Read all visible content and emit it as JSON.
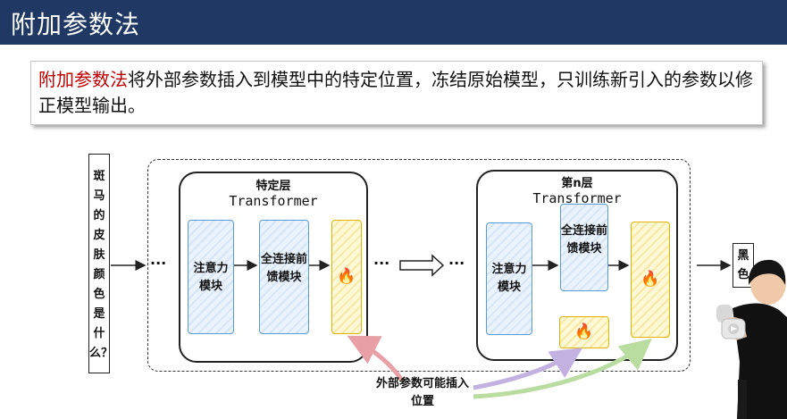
{
  "header": {
    "title": "附加参数法"
  },
  "intro": {
    "highlight": "附加参数法",
    "text": "将外部参数插入到模型中的特定位置，冻结原始模型，只训练新引入的参数以修正模型输出。"
  },
  "input": {
    "text": "斑马的皮肤颜色是什么？"
  },
  "output": {
    "text": "黑色"
  },
  "layer1": {
    "title": "特定层",
    "subtitle": "Transformer",
    "attention": "注意力模块",
    "ffn": "全连接前馈模块"
  },
  "layer2": {
    "title": "第n层",
    "subtitle": "Transformer",
    "attention": "注意力模块",
    "ffn": "全连接前馈模块"
  },
  "ellipsis": "···",
  "external_label": "外部参数可能插入位置",
  "colors": {
    "header_bg": "#1f3864",
    "highlight": "#c00000",
    "module_border": "#5b9bd5",
    "adapter_border": "#e0b400",
    "arrow_red": "#e8a0a6",
    "arrow_purple": "#c3b1e1",
    "arrow_green": "#b9dca0"
  },
  "icons": {
    "adapter": "fire-icon",
    "flow": "right-arrow-icon"
  }
}
